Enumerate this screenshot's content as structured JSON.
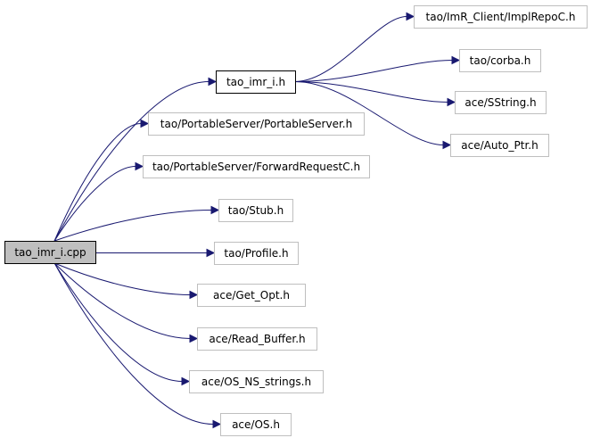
{
  "diagram": {
    "edge_color": "#191970",
    "root_fill": "#bfbfbf",
    "nodes": [
      {
        "id": "tao_imr_i_cpp",
        "label": "tao_imr_i.cpp",
        "style": "root"
      },
      {
        "id": "tao_imr_i_h",
        "label": "tao_imr_i.h",
        "style": "dark"
      },
      {
        "id": "implrepoc_h",
        "label": "tao/ImR_Client/ImplRepoC.h",
        "style": "normal"
      },
      {
        "id": "corba_h",
        "label": "tao/corba.h",
        "style": "normal"
      },
      {
        "id": "sstring_h",
        "label": "ace/SString.h",
        "style": "normal"
      },
      {
        "id": "auto_ptr_h",
        "label": "ace/Auto_Ptr.h",
        "style": "normal"
      },
      {
        "id": "portableserver_h",
        "label": "tao/PortableServer/PortableServer.h",
        "style": "normal"
      },
      {
        "id": "forwardrequestc_h",
        "label": "tao/PortableServer/ForwardRequestC.h",
        "style": "normal"
      },
      {
        "id": "stub_h",
        "label": "tao/Stub.h",
        "style": "normal"
      },
      {
        "id": "profile_h",
        "label": "tao/Profile.h",
        "style": "normal"
      },
      {
        "id": "get_opt_h",
        "label": "ace/Get_Opt.h",
        "style": "normal"
      },
      {
        "id": "read_buffer_h",
        "label": "ace/Read_Buffer.h",
        "style": "normal"
      },
      {
        "id": "os_ns_strings_h",
        "label": "ace/OS_NS_strings.h",
        "style": "normal"
      },
      {
        "id": "os_h",
        "label": "ace/OS.h",
        "style": "normal"
      }
    ],
    "edges": [
      {
        "from": "tao_imr_i_cpp",
        "to": "tao_imr_i_h"
      },
      {
        "from": "tao_imr_i_cpp",
        "to": "portableserver_h"
      },
      {
        "from": "tao_imr_i_cpp",
        "to": "forwardrequestc_h"
      },
      {
        "from": "tao_imr_i_cpp",
        "to": "stub_h"
      },
      {
        "from": "tao_imr_i_cpp",
        "to": "profile_h"
      },
      {
        "from": "tao_imr_i_cpp",
        "to": "get_opt_h"
      },
      {
        "from": "tao_imr_i_cpp",
        "to": "read_buffer_h"
      },
      {
        "from": "tao_imr_i_cpp",
        "to": "os_ns_strings_h"
      },
      {
        "from": "tao_imr_i_cpp",
        "to": "os_h"
      },
      {
        "from": "tao_imr_i_h",
        "to": "implrepoc_h"
      },
      {
        "from": "tao_imr_i_h",
        "to": "corba_h"
      },
      {
        "from": "tao_imr_i_h",
        "to": "sstring_h"
      },
      {
        "from": "tao_imr_i_h",
        "to": "auto_ptr_h"
      }
    ]
  }
}
